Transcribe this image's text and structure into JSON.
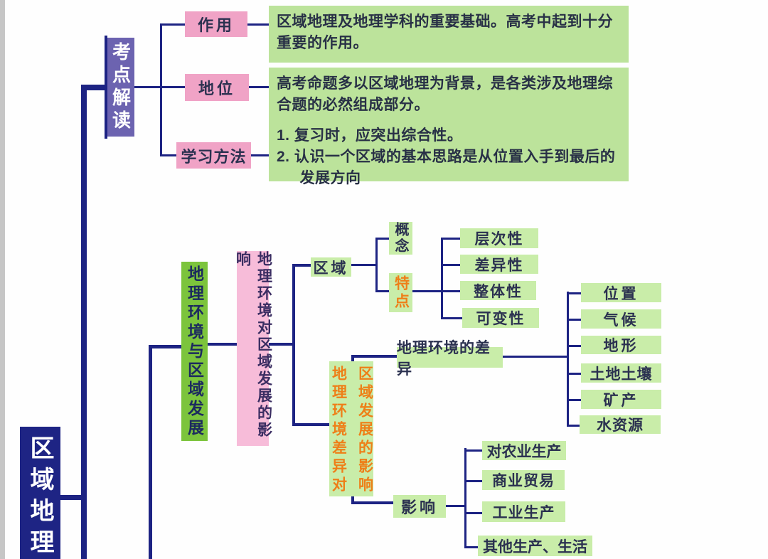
{
  "diagram_title": "区域地理",
  "colors": {
    "line_navy": "#1d2383",
    "root_navy": "#1e2484",
    "purple_node": "#6c63b0",
    "pink_node": "#f0a3c6",
    "pink_light_node": "#f7bcd9",
    "green_bright_node": "#7cc43c",
    "green_pale_box": "#bce39b",
    "green_leaf_box": "#c9eda9",
    "orange_text": "#ee7f18"
  },
  "root": {
    "label": "区域地理"
  },
  "kaodian": {
    "label": "考点解读",
    "zuoyong": {
      "label": "作用",
      "content": "区域地理及地理学科的重要基础。高考中起到十分重要的作用。"
    },
    "diwei": {
      "label": "地位",
      "content": "高考命题多以区域地理为背景，是各类涉及地理综合题的必然组成部分。"
    },
    "xuexifangfa": {
      "label": "学习方法",
      "items": [
        "1. 复习时，应突出综合性。",
        "2. 认识一个区域的基本思路是从位置入手到最后的发展方向"
      ]
    }
  },
  "huanjing": {
    "label": "地理环境与区域发展",
    "yingxiang_label": "地理环境对区域发展的影响",
    "quyu": {
      "label": "区域",
      "gainian_label": "概念",
      "tedian_label": "特点",
      "tedian_items": [
        "层次性",
        "差异性",
        "整体性",
        "可变性"
      ]
    },
    "chayi": {
      "label_col1": "地理环境差异对",
      "label_col2": "区域发展的影响",
      "differences": {
        "label": "地理环境的差异",
        "items": [
          "位置",
          "气候",
          "地形",
          "土地土壤",
          "矿产",
          "水资源"
        ]
      },
      "impacts": {
        "label": "影响",
        "items": [
          "对农业生产",
          "商业贸易",
          "工业生产",
          "其他生产、生活"
        ]
      }
    }
  }
}
